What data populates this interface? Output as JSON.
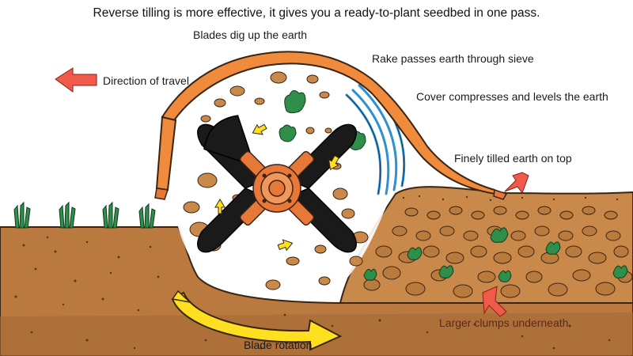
{
  "title": "Reverse tilling is more effective, it gives you a ready-to-plant seedbed in one pass.",
  "labels": {
    "blades_dig": "Blades dig up the earth",
    "rake_sieve": "Rake passes earth through sieve",
    "direction": "Direction of travel",
    "cover": "Cover compresses and levels the earth",
    "fine_top": "Finely tilled earth on top",
    "larger_clumps": "Larger clumps underneath",
    "rotation": "Blade rotation"
  },
  "colors": {
    "soil": "#b9793f",
    "soil_dark": "#8a5426",
    "cover": "#f08a3c",
    "blades": "#1a1a1a",
    "hub": "#e8783a",
    "rake": "#2f8fd0",
    "plant": "#2f8f4a",
    "arrow_red": "#ef5a4a",
    "arrow_yellow": "#ffe020",
    "clump": "#c9894a"
  },
  "icons": [
    "red-arrow-icon",
    "yellow-arrow-icon",
    "plant-icon",
    "soil-clump-icon"
  ]
}
